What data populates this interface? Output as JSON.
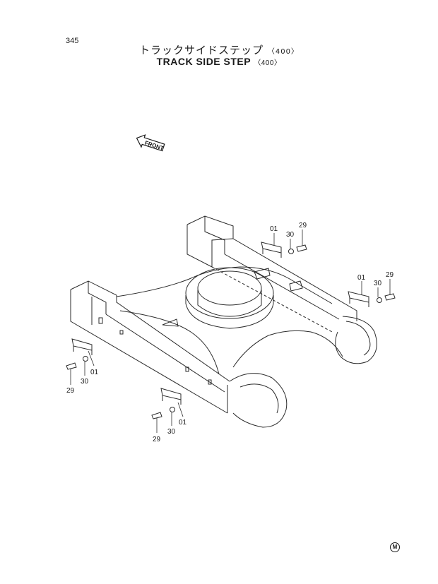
{
  "page_number": "345",
  "title_jp": "トラックサイドステップ",
  "title_en": "TRACK SIDE STEP",
  "group_code": "〈400〉",
  "front_label": "FRONT",
  "corner_mark": "M",
  "callouts": [
    {
      "id": "c1",
      "text": "01"
    },
    {
      "id": "c2",
      "text": "30"
    },
    {
      "id": "c3",
      "text": "29"
    },
    {
      "id": "c4",
      "text": "01"
    },
    {
      "id": "c5",
      "text": "30"
    },
    {
      "id": "c6",
      "text": "29"
    },
    {
      "id": "c7",
      "text": "01"
    },
    {
      "id": "c8",
      "text": "30"
    },
    {
      "id": "c9",
      "text": "29"
    },
    {
      "id": "c10",
      "text": "01"
    },
    {
      "id": "c11",
      "text": "30"
    },
    {
      "id": "c12",
      "text": "29"
    }
  ]
}
